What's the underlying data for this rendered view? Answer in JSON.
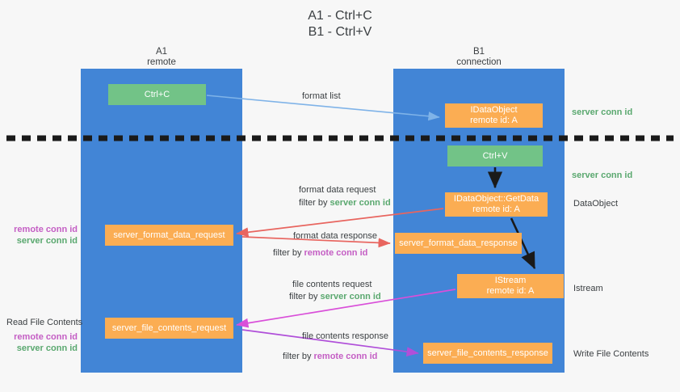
{
  "title": {
    "line1": "A1 - Ctrl+C",
    "line2": "B1 - Ctrl+V"
  },
  "columns": {
    "a1": {
      "name": "A1",
      "role": "remote"
    },
    "b1": {
      "name": "B1",
      "role": "connection"
    }
  },
  "nodes": {
    "ctrl_c": {
      "line1": "Ctrl+C"
    },
    "idataobject": {
      "line1": "IDataObject",
      "line2": "remote id: A"
    },
    "ctrl_v": {
      "line1": "Ctrl+V"
    },
    "getdata": {
      "line1": "IDataObject::GetData",
      "line2": "remote id: A"
    },
    "istream": {
      "line1": "IStream",
      "line2": "remote id: A"
    },
    "format_data_request": {
      "line1": "server_format_data_request"
    },
    "format_data_response": {
      "line1": "server_format_data_response"
    },
    "file_contents_request": {
      "line1": "server_file_contents_request"
    },
    "file_contents_response": {
      "line1": "server_file_contents_response"
    }
  },
  "edge_labels": {
    "format_list": "format list",
    "format_data_request": "format data request",
    "format_data_request_filter_prefix": "filter by ",
    "format_data_request_filter_value": "server conn id",
    "format_data_response": "format data response",
    "format_data_response_filter_prefix": "filter by ",
    "format_data_response_filter_value": "remote conn id",
    "file_contents_request": "file contents request",
    "file_contents_request_filter_prefix": "filter by ",
    "file_contents_request_filter_value": "server conn id",
    "file_contents_response": "file contents response",
    "file_contents_response_filter_prefix": "filter by ",
    "file_contents_response_filter_value": "remote conn id"
  },
  "annotations": {
    "right": {
      "server_conn_id_top": "server conn id",
      "server_conn_id_mid": "server conn id",
      "dataobject": "DataObject",
      "istream": "Istream",
      "write_file_contents": "Write File Contents"
    },
    "left": {
      "remote_conn_id_1": "remote conn id",
      "server_conn_id_1": "server conn id",
      "read_file_contents": "Read File Contents",
      "remote_conn_id_2": "remote conn id",
      "server_conn_id_2": "server conn id"
    }
  },
  "colors": {
    "lane": "#4285d6",
    "green_node": "#72c387",
    "orange_node": "#fbad53",
    "server_conn_id": "#5aa86f",
    "remote_conn_id": "#c45ec4",
    "arrow_blue": "#7fb3e8",
    "arrow_red": "#e8655f",
    "arrow_magenta": "#d94fd9",
    "arrow_purple": "#9a4fd9",
    "arrow_black": "#1a1a1a",
    "divider": "#1a1a1a",
    "background": "#f7f7f7"
  }
}
